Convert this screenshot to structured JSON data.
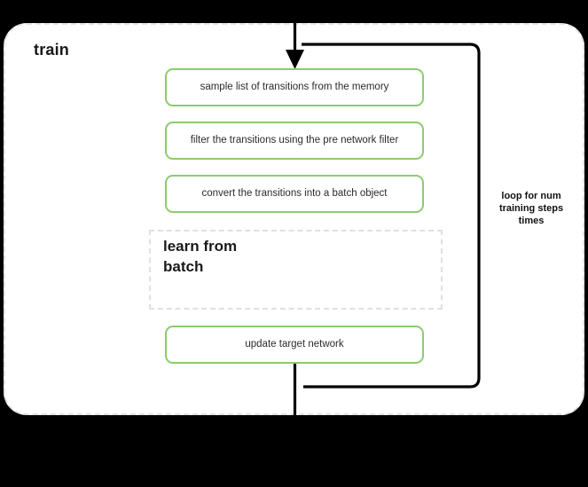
{
  "diagram": {
    "title": "train",
    "background_color": "#000000",
    "container": {
      "name": "train",
      "label": "train",
      "fill": "#ffffff",
      "border_color": "#e3e3e3",
      "border_style": "dashed"
    },
    "accent_color": "#8ccc6e",
    "steps": [
      {
        "id": "sample-transitions",
        "label": "sample list of transitions from the memory"
      },
      {
        "id": "filter-transitions",
        "label": "filter the transitions using the pre network filter"
      },
      {
        "id": "convert-transitions",
        "label": "convert the transitions into a batch object"
      },
      {
        "id": "update-target-network",
        "label": "update target network"
      }
    ],
    "subprocess": {
      "id": "learn-from-batch",
      "label": "learn from\nbatch",
      "line_1": "learn from",
      "line_2": "batch",
      "border_color": "#e0e0e0",
      "border_style": "dashed"
    },
    "loop": {
      "id": "training-steps-loop",
      "line_1": "loop for num",
      "line_2": "training steps",
      "line_3": "times",
      "label": "loop for num training steps times",
      "color": "#000000"
    },
    "connectors": {
      "entry_arrow": "arrow-down-icon",
      "loop_back": "loop-path",
      "exit": "exit-line"
    }
  }
}
